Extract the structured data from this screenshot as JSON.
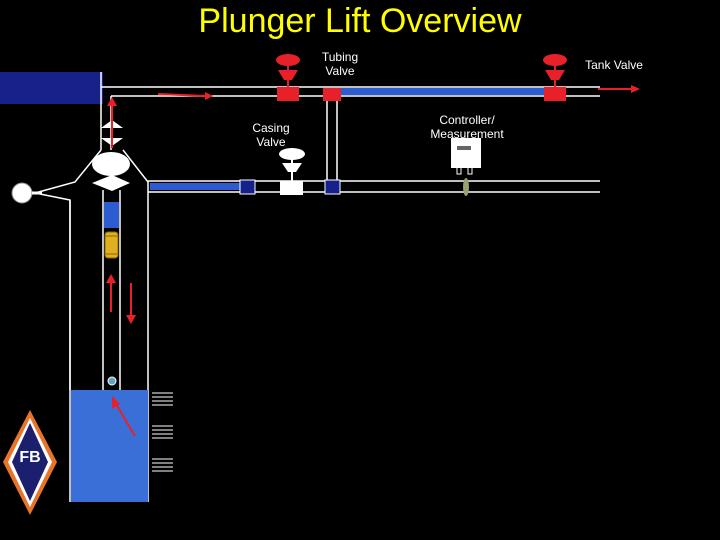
{
  "title": "Plunger Lift Overview",
  "labels": {
    "tubing_valve": [
      "Tubing",
      "Valve"
    ],
    "tank_valve": "Tank Valve",
    "casing_valve": [
      "Casing",
      "Valve"
    ],
    "controller": [
      "Controller/",
      "Measurement"
    ]
  },
  "logo_text": "FB",
  "colors": {
    "background": "#000000",
    "title": "#ffff00",
    "pipe": "#ffffff",
    "tubing_blue": "#3a6fd8",
    "valve_red": "#e8202a",
    "arrow_red": "#e8202a",
    "plunger": "#e0b020",
    "liquid": "#3a6fd8",
    "panel": "#16228a"
  },
  "icons": [
    "valve-icon",
    "arrow-icon",
    "gauge-icon",
    "controller-icon",
    "plunger-icon",
    "logo-icon"
  ]
}
